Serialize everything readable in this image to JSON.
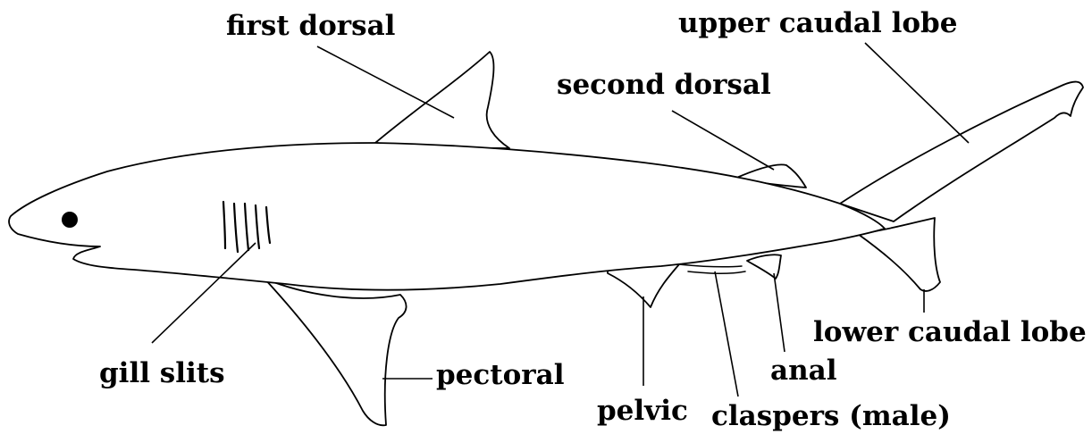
{
  "labels": {
    "first_dorsal": "first dorsal",
    "upper_caudal_lobe": "upper caudal lobe",
    "second_dorsal": "second dorsal",
    "lower_caudal_lobe": "lower caudal lobe",
    "gill_slits": "gill slits",
    "pectoral": "pectoral",
    "pelvic": "pelvic",
    "anal": "anal",
    "claspers": "claspers (male)"
  },
  "colors": {
    "ink": "#000000",
    "paper": "#ffffff"
  }
}
